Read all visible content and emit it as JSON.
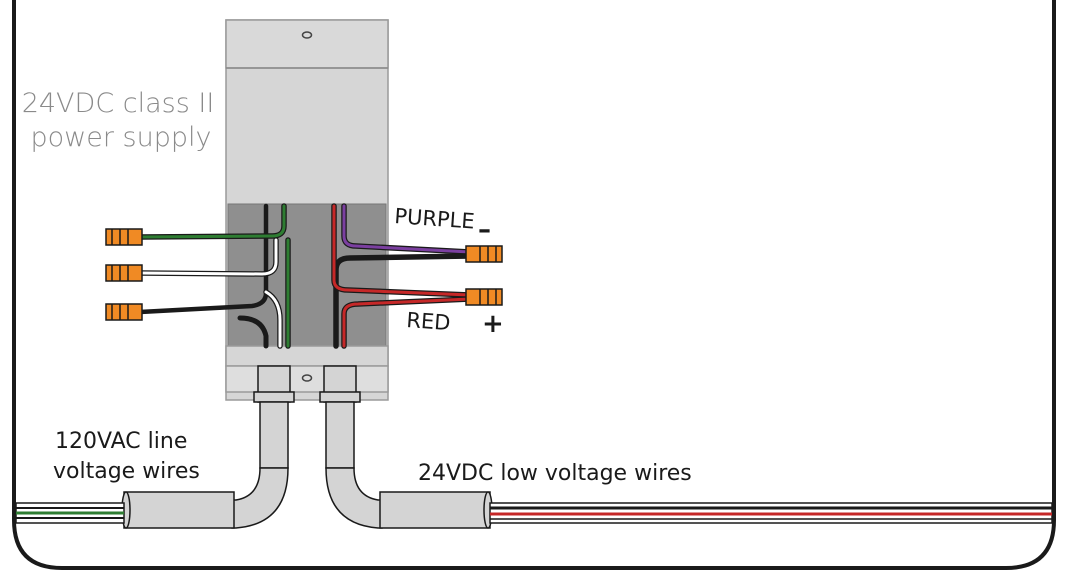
{
  "diagram": {
    "power_supply_label_line1": "24VDC class II",
    "power_supply_label_line2": "power supply",
    "purple_label": "PURPLE",
    "red_label": "RED",
    "negative_sign": "–",
    "positive_sign": "+",
    "line_voltage_label_line1": "120VAC line",
    "line_voltage_label_line2": "voltage wires",
    "low_voltage_label": "24VDC low voltage wires"
  },
  "colors": {
    "frame": "#1a1a1a",
    "enclosure": "#d6d6d6",
    "enclosure_panel": "#cfcfcf",
    "junction_box": "#8f8f8f",
    "conduit": "#d4d4d4",
    "connector": "#f08a24",
    "wire_green": "#2e7d32",
    "wire_white": "#ffffff",
    "wire_black": "#1a1a1a",
    "wire_purple": "#7b3fa0",
    "wire_red": "#c62828"
  },
  "icons": [
    "wire-nut-connector-icon",
    "mounting-hole-icon"
  ]
}
